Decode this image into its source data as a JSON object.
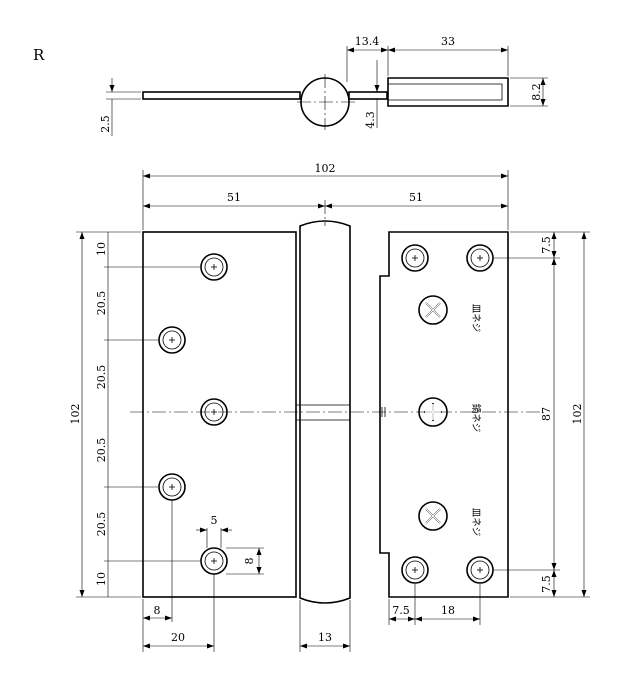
{
  "view_label": "R",
  "top_view": {
    "dims": {
      "dim_13_4": "13.4",
      "dim_33": "33",
      "dim_8_2": "8.2",
      "dim_2_5": "2.5",
      "dim_4_3": "4.3"
    }
  },
  "front_view": {
    "overall_width": "102",
    "half_left": "51",
    "half_right": "51",
    "left_height": "102",
    "right_height": "102",
    "hole_span": "87",
    "top_offset": "10",
    "pitches": [
      "20.5",
      "20.5",
      "20.5",
      "20.5"
    ],
    "bottom_offset": "10",
    "hole_dia_w": "5",
    "hole_dia_h": "8",
    "edge_8": "8",
    "edge_20": "20",
    "knuckle_width": "13",
    "right_edge_7_5": "7.5",
    "right_pitch_18": "18",
    "right_top_7_5": "7.5",
    "right_bottom_7_5": "7.5"
  },
  "screw_labels": {
    "top": "皿ネジ",
    "middle": "鍋ネジ",
    "bottom": "皿ネジ"
  }
}
